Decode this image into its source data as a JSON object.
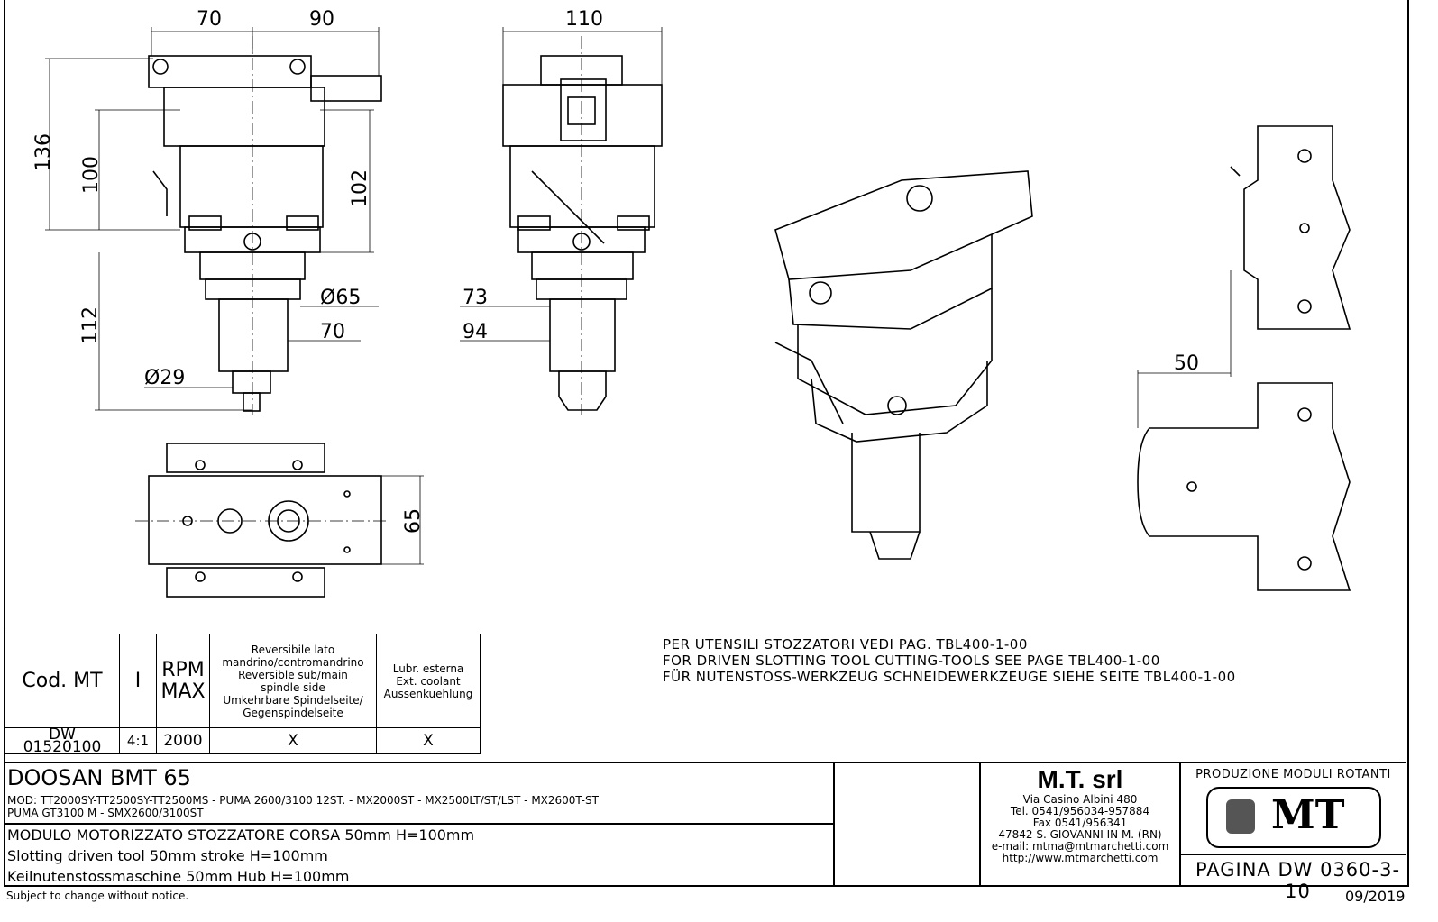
{
  "dimensions": {
    "front_width_left": "70",
    "front_width_right": "90",
    "front_height_total": "136",
    "front_height_h": "100",
    "front_height_right": "102",
    "front_shank_length": "112",
    "front_dia_65": "Ø65",
    "front_70": "70",
    "front_dia_29": "Ø29",
    "side_width": "110",
    "side_73": "73",
    "side_94": "94",
    "top_65": "65",
    "stroke_50": "50"
  },
  "spec_table": {
    "headers": {
      "code": "Cod. MT",
      "ratio": "I",
      "rpm": [
        "RPM",
        "MAX"
      ],
      "reversible": [
        "Reversibile lato",
        "mandrino/contromandrino",
        "Reversible sub/main",
        "spindle side",
        "Umkehrbare Spindelseite/",
        "Gegenspindelseite"
      ],
      "coolant": [
        "Lubr. esterna",
        "Ext. coolant",
        "Aussenkuehlung"
      ]
    },
    "row": {
      "code": "DW 01520100",
      "ratio": "4:1",
      "rpm": "2000",
      "reversible": "X",
      "coolant": "X"
    }
  },
  "notes": [
    "PER UTENSILI STOZZATORI VEDI PAG. TBL400-1-00",
    "FOR DRIVEN SLOTTING TOOL CUTTING-TOOLS SEE PAGE TBL400-1-00",
    "FÜR NUTENSTOSS-WERKZEUG SCHNEIDEWERKZEUGE SIEHE SEITE TBL400-1-00"
  ],
  "title_block": {
    "machine": "DOOSAN   BMT 65",
    "models": [
      "MOD: TT2000SY-TT2500SY-TT2500MS - PUMA 2600/3100 12ST. - MX2000ST - MX2500LT/ST/LST - MX2600T-ST",
      "PUMA GT3100 M - SMX2600/3100ST"
    ],
    "descriptions": [
      "MODULO MOTORIZZATO STOZZATORE CORSA 50mm H=100mm",
      "Slotting driven tool 50mm stroke H=100mm",
      "Keilnutenstossmaschine 50mm Hub H=100mm"
    ],
    "company": {
      "name": "M.T. srl",
      "lines": [
        "Via Casino Albini 480",
        "Tel. 0541/956034-957884",
        "Fax 0541/956341",
        "47842 S. GIOVANNI IN M. (RN)",
        "e-mail: mtma@mtmarchetti.com",
        "http://www.mtmarchetti.com"
      ]
    },
    "production_label": "PRODUZIONE MODULI ROTANTI",
    "logo_text": "MT",
    "page": "PAGINA  DW 0360-3-10"
  },
  "footer": {
    "disclaimer": "Subject to change without notice.",
    "date": "09/2019"
  }
}
